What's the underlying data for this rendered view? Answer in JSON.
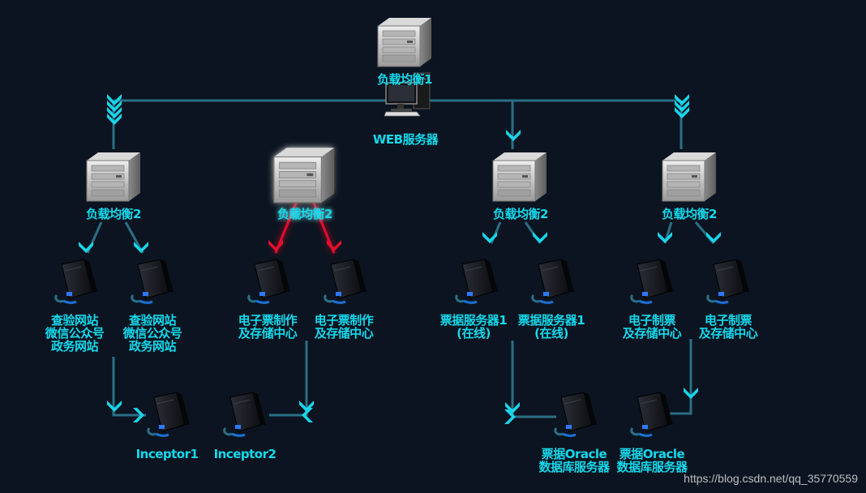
{
  "colors": {
    "background": "#0b1420",
    "link": "#2a6f86",
    "arrow": "#19d6ea",
    "highlight_link": "#e0102a",
    "label": "#14d9ec"
  },
  "nodes": {
    "top_lb": {
      "label": "负载均衡1",
      "icon": "server-rack-icon"
    },
    "web": {
      "label": "WEB服务器",
      "icon": "desktop-computer-icon"
    },
    "lb2_a": {
      "label": "负载均衡2",
      "icon": "server-rack-icon"
    },
    "lb2_b": {
      "label": "负载均衡2",
      "icon": "server-rack-icon",
      "highlighted": true
    },
    "lb2_c": {
      "label": "负载均衡2",
      "icon": "server-rack-icon"
    },
    "lb2_d": {
      "label": "负载均衡2",
      "icon": "server-rack-icon"
    },
    "check_1": {
      "label": "查验网站\n微信公众号\n政务网站",
      "icon": "tower-pc-icon"
    },
    "check_2": {
      "label": "查验网站\n微信公众号\n政务网站",
      "icon": "tower-pc-icon"
    },
    "einv_1": {
      "label": "电子票制作\n及存储中心",
      "icon": "tower-pc-icon"
    },
    "einv_2": {
      "label": "电子票制作\n及存储中心",
      "icon": "tower-pc-icon"
    },
    "ticket_1": {
      "label": "票据服务器1\n(在线)",
      "icon": "tower-pc-icon"
    },
    "ticket_2": {
      "label": "票据服务器1\n(在线)",
      "icon": "tower-pc-icon"
    },
    "emake_1": {
      "label": "电子制票\n及存储中心",
      "icon": "tower-pc-icon"
    },
    "emake_2": {
      "label": "电子制票\n及存储中心",
      "icon": "tower-pc-icon"
    },
    "inceptor1": {
      "label": "Inceptor1",
      "icon": "tower-pc-icon"
    },
    "inceptor2": {
      "label": "Inceptor2",
      "icon": "tower-pc-icon"
    },
    "oracle_1": {
      "label": "票据Oracle\n数据库服务器",
      "icon": "tower-pc-icon"
    },
    "oracle_2": {
      "label": "票据Oracle\n数据库服务器",
      "icon": "tower-pc-icon"
    }
  },
  "edges": [
    {
      "from": "top_lb",
      "to": "lb2_a"
    },
    {
      "from": "top_lb",
      "to": "lb2_c"
    },
    {
      "from": "top_lb",
      "to": "lb2_d"
    },
    {
      "from": "lb2_a",
      "to": "check_1"
    },
    {
      "from": "lb2_a",
      "to": "check_2"
    },
    {
      "from": "lb2_b",
      "to": "einv_1",
      "highlighted": true
    },
    {
      "from": "lb2_b",
      "to": "einv_2",
      "highlighted": true
    },
    {
      "from": "lb2_c",
      "to": "ticket_1"
    },
    {
      "from": "lb2_c",
      "to": "ticket_2"
    },
    {
      "from": "lb2_d",
      "to": "emake_1"
    },
    {
      "from": "lb2_d",
      "to": "emake_2"
    },
    {
      "from": "check_1",
      "to": "inceptor1"
    },
    {
      "from": "einv_2",
      "to": "inceptor2"
    },
    {
      "from": "ticket_1",
      "to": "oracle_1"
    },
    {
      "from": "emake_2",
      "to": "oracle_2"
    }
  ],
  "watermark": "https://blog.csdn.net/qq_35770559"
}
